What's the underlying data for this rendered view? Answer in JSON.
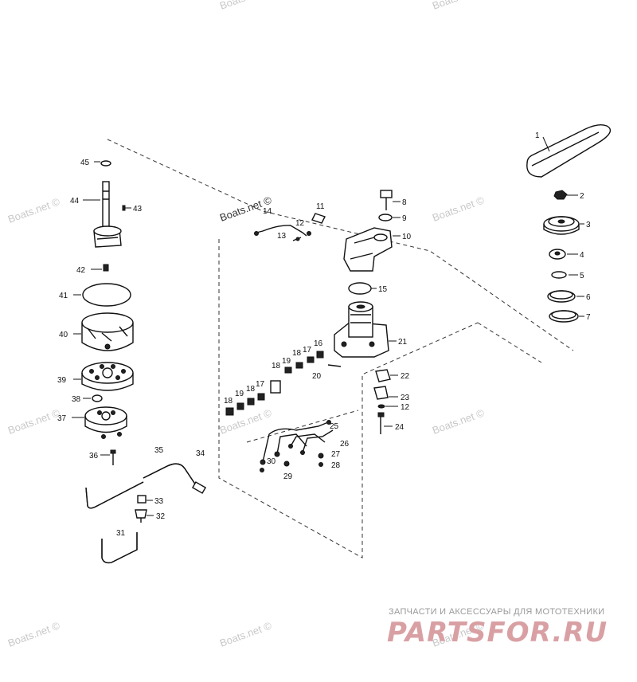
{
  "watermark": "Boats.net ©",
  "banner": {
    "tagline": "ЗАПЧАСТИ И АКСЕССУАРЫ ДЛЯ МОТОТЕХНИКИ",
    "logo": "PARTSFOR.RU"
  },
  "callouts": [
    "1",
    "2",
    "3",
    "4",
    "5",
    "6",
    "7",
    "8",
    "9",
    "10",
    "11",
    "12",
    "13",
    "14",
    "15",
    "16",
    "17",
    "18",
    "19",
    "20",
    "21",
    "22",
    "23",
    "24",
    "25",
    "26",
    "27",
    "28",
    "29",
    "30",
    "31",
    "32",
    "33",
    "34",
    "35",
    "36",
    "37",
    "38",
    "39",
    "40",
    "41",
    "42",
    "43",
    "44",
    "45"
  ]
}
